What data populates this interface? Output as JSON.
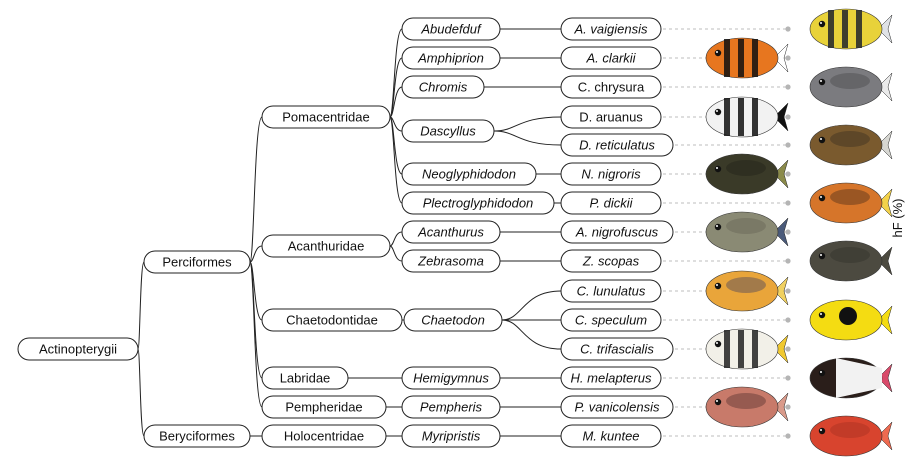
{
  "axis_label": "hF (%)",
  "root": "Actinopterygii",
  "orders": [
    {
      "id": "perciformes",
      "label": "Perciformes"
    },
    {
      "id": "beryciformes",
      "label": "Beryciformes"
    }
  ],
  "families": [
    {
      "id": "pomacentridae",
      "label": "Pomacentridae",
      "order": "perciformes"
    },
    {
      "id": "acanthuridae",
      "label": "Acanthuridae",
      "order": "perciformes"
    },
    {
      "id": "chaetodontidae",
      "label": "Chaetodontidae",
      "order": "perciformes"
    },
    {
      "id": "labridae",
      "label": "Labridae",
      "order": "perciformes"
    },
    {
      "id": "pempheridae",
      "label": "Pempheridae",
      "order": "perciformes"
    },
    {
      "id": "holocentridae",
      "label": "Holocentridae",
      "order": "beryciformes"
    }
  ],
  "genera": [
    {
      "id": "abudefduf",
      "label": "Abudefduf",
      "family": "pomacentridae"
    },
    {
      "id": "amphiprion",
      "label": "Amphiprion",
      "family": "pomacentridae"
    },
    {
      "id": "chromis",
      "label": "Chromis",
      "family": "pomacentridae"
    },
    {
      "id": "dascyllus",
      "label": "Dascyllus",
      "family": "pomacentridae"
    },
    {
      "id": "neoglyphidodon",
      "label": "Neoglyphidodon",
      "family": "pomacentridae"
    },
    {
      "id": "plectroglyphidodon",
      "label": "Plectroglyphidodon",
      "family": "pomacentridae"
    },
    {
      "id": "acanthurus",
      "label": "Acanthurus",
      "family": "acanthuridae"
    },
    {
      "id": "zebrasoma",
      "label": "Zebrasoma",
      "family": "acanthuridae"
    },
    {
      "id": "chaetodon",
      "label": "Chaetodon",
      "family": "chaetodontidae"
    },
    {
      "id": "hemigymnus",
      "label": "Hemigymnus",
      "family": "labridae"
    },
    {
      "id": "pempheris",
      "label": "Pempheris",
      "family": "pempheridae"
    },
    {
      "id": "myripristis",
      "label": "Myripristis",
      "family": "holocentridae"
    }
  ],
  "species": [
    {
      "id": "a-vaigiensis",
      "label": "A. vaigiensis",
      "genus": "abudefduf",
      "italic": true,
      "fish_icon": "sergeant-major-fish-icon",
      "colors": [
        "#e8d23a",
        "#20242c",
        "#dfe2e6"
      ]
    },
    {
      "id": "a-clarkii",
      "label": "A. clarkii",
      "genus": "amphiprion",
      "italic": true,
      "fish_icon": "clownfish-icon",
      "colors": [
        "#e7761f",
        "#111111",
        "#ffffff"
      ]
    },
    {
      "id": "c-chrysura",
      "label": "C. chrysura",
      "genus": "chromis",
      "italic": false,
      "fish_icon": "chromis-fish-icon",
      "colors": [
        "#7b7b7f",
        "#3b3b3f",
        "#eaeaea"
      ]
    },
    {
      "id": "d-aruanus",
      "label": "D. aruanus",
      "genus": "dascyllus",
      "italic": false,
      "fish_icon": "humbug-damselfish-icon",
      "colors": [
        "#f2f2f2",
        "#111111",
        "#111111"
      ]
    },
    {
      "id": "d-reticulatus",
      "label": "D. reticulatus",
      "genus": "dascyllus",
      "italic": true,
      "fish_icon": "reticulated-damselfish-icon",
      "colors": [
        "#7a5a2e",
        "#2a241c",
        "#d7d7d2"
      ]
    },
    {
      "id": "n-nigroris",
      "label": "N. nigroris",
      "genus": "neoglyphidodon",
      "italic": true,
      "fish_icon": "black-damselfish-icon",
      "colors": [
        "#3a3a28",
        "#1c1c14",
        "#8a8a4a"
      ]
    },
    {
      "id": "p-dickii",
      "label": "P. dickii",
      "genus": "plectroglyphidodon",
      "italic": true,
      "fish_icon": "dicks-damselfish-icon",
      "colors": [
        "#d6752a",
        "#2b1e16",
        "#f3d24a"
      ]
    },
    {
      "id": "a-nigrofuscus",
      "label": "A. nigrofuscus",
      "genus": "acanthurus",
      "italic": true,
      "fish_icon": "brown-surgeonfish-icon",
      "colors": [
        "#8a8a74",
        "#5c5a4c",
        "#4a5a7a"
      ]
    },
    {
      "id": "z-scopas",
      "label": "Z. scopas",
      "genus": "zebrasoma",
      "italic": true,
      "fish_icon": "brushtail-tang-icon",
      "colors": [
        "#4c4a40",
        "#2a2a24",
        "#4c4a40"
      ]
    },
    {
      "id": "c-lunulatus",
      "label": "C. lunulatus",
      "genus": "chaetodon",
      "italic": true,
      "fish_icon": "redfin-butterflyfish-icon",
      "colors": [
        "#e9a53a",
        "#1f2a6a",
        "#f0d060"
      ]
    },
    {
      "id": "c-speculum",
      "label": "C. speculum",
      "genus": "chaetodon",
      "italic": true,
      "fish_icon": "mirror-butterflyfish-icon",
      "colors": [
        "#f4dc12",
        "#111111",
        "#f4dc12"
      ]
    },
    {
      "id": "c-trifascialis",
      "label": "C. trifascialis",
      "genus": "chaetodon",
      "italic": true,
      "fish_icon": "chevron-butterflyfish-icon",
      "colors": [
        "#f2f0e8",
        "#222222",
        "#f0c830"
      ]
    },
    {
      "id": "h-melapterus",
      "label": "H. melapterus",
      "genus": "hemigymnus",
      "italic": true,
      "fish_icon": "blackeye-thicklip-icon",
      "colors": [
        "#2a1e1a",
        "#f2f2f2",
        "#d84a6a"
      ]
    },
    {
      "id": "p-vanicolensis",
      "label": "P. vanicolensis",
      "genus": "pempheris",
      "italic": true,
      "fish_icon": "vanikoro-sweeper-icon",
      "colors": [
        "#c87a6a",
        "#3a2020",
        "#d99a8a"
      ]
    },
    {
      "id": "m-kuntee",
      "label": "M. kuntee",
      "genus": "myripristis",
      "italic": true,
      "fish_icon": "shoulderbar-soldierfish-icon",
      "colors": [
        "#d8442e",
        "#9c2a1e",
        "#ee6a50"
      ]
    }
  ]
}
